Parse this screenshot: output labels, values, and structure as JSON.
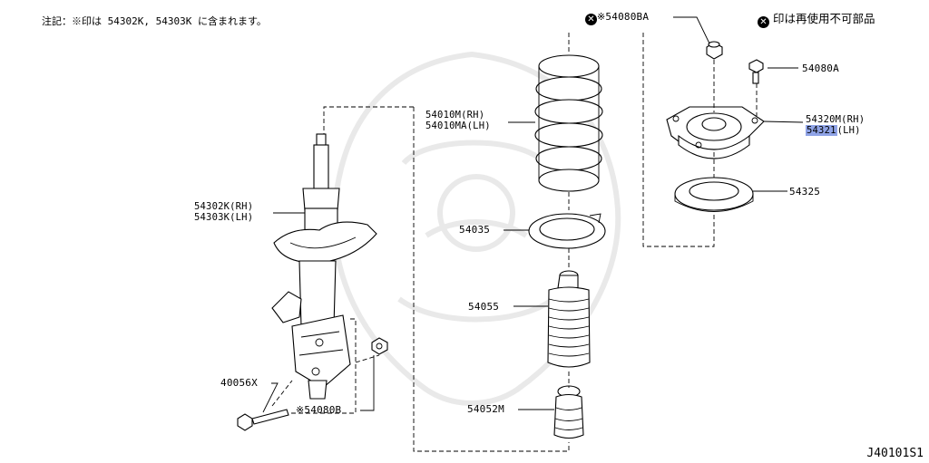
{
  "note": {
    "text": "注記：※印は 54302K, 54303K に含まれます。"
  },
  "legend": {
    "text": "印は再使用不可部品"
  },
  "reference_code": "J40101S1",
  "parts": {
    "p54080BA": {
      "mark": "※",
      "number": "54080BA"
    },
    "p54080A": {
      "number": "54080A"
    },
    "p54320M": {
      "line1": "54320M(RH)",
      "line2_highlight": "54321",
      "line2_rest": "(LH)"
    },
    "p54325": {
      "number": "54325"
    },
    "p54010M": {
      "line1": "54010M(RH)",
      "line2": "54010MA(LH)"
    },
    "p54035": {
      "number": "54035"
    },
    "p54055": {
      "number": "54055"
    },
    "p54052M": {
      "number": "54052M"
    },
    "p54302K": {
      "line1": "54302K(RH)",
      "line2": "54303K(LH)"
    },
    "p40056X": {
      "number": "40056X"
    },
    "p54080B": {
      "mark": "※",
      "number": "54080B"
    }
  },
  "colors": {
    "highlight": "#8fa3e6",
    "watermark": "#e9e9e9",
    "line": "#000000"
  },
  "icons": {
    "non_reusable": "circle-x-icon"
  }
}
